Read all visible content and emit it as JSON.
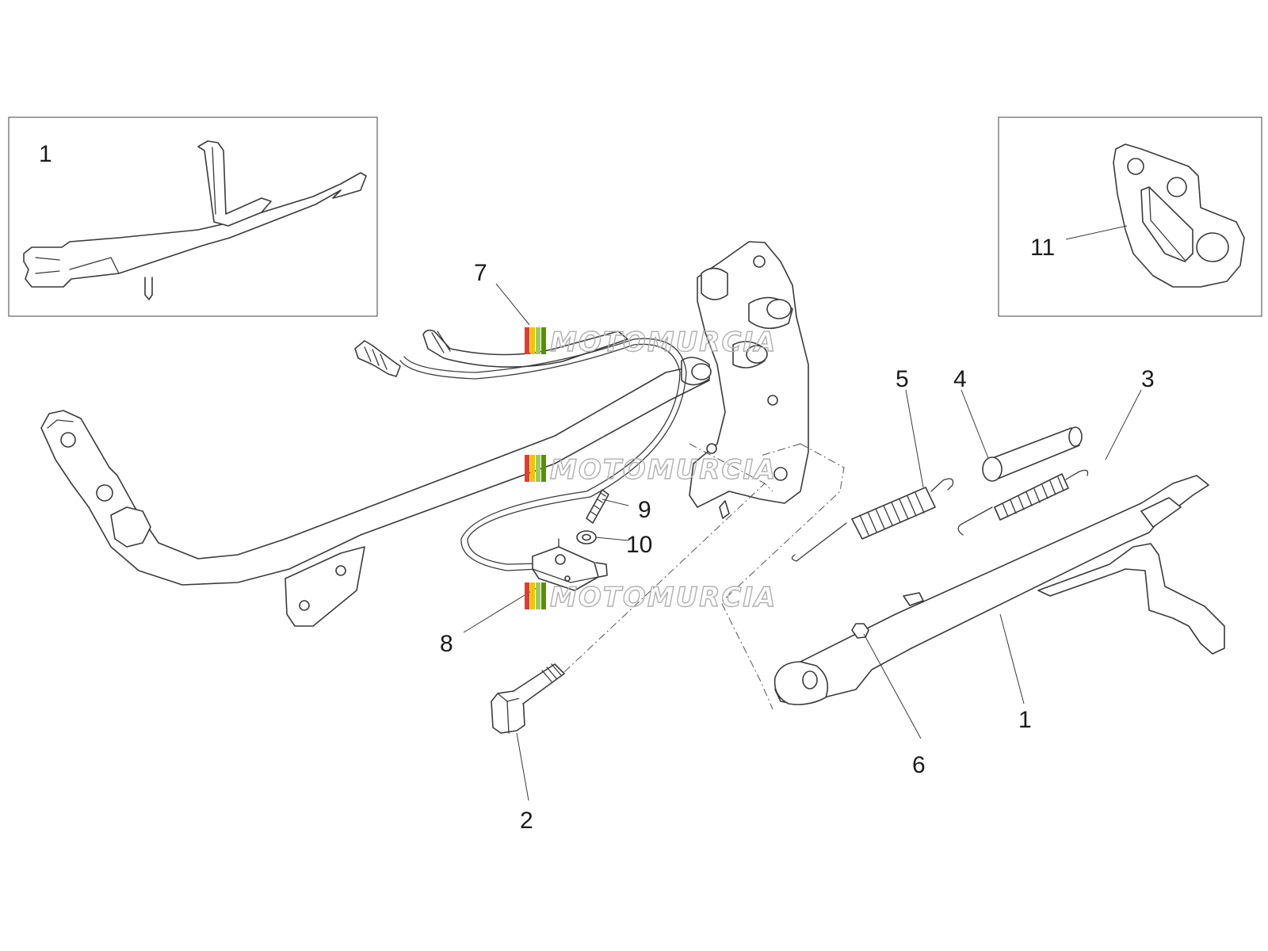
{
  "callouts": {
    "inset_left": "1",
    "inset_right": "11",
    "c1": "1",
    "c2": "2",
    "c3": "3",
    "c4": "4",
    "c5": "5",
    "c6": "6",
    "c7": "7",
    "c8": "8",
    "c9": "9",
    "c10": "10"
  },
  "watermark": {
    "text": "MOTOMURCIA",
    "colors": [
      "#e53935",
      "#f6c000",
      "#9ccc65",
      "#5c8f00",
      "#bdbdbd"
    ]
  }
}
